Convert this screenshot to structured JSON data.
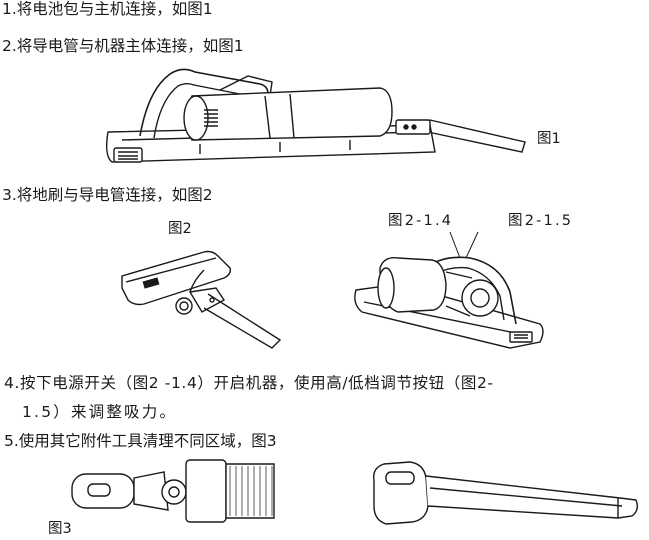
{
  "steps": [
    {
      "text": "1.将电池包与主机连接，如图1"
    },
    {
      "text": "2.将导电管与机器主体连接，如图1"
    },
    {
      "text": "3.将地刷与导电管连接，如图2"
    },
    {
      "text_line1": "4.按下电源开关（图2 -1.4）开启机器，使用高/低档调节按钮（图2-",
      "text_line2": "1.5）来调整吸力。"
    },
    {
      "text": "5.使用其它附件工具清理不同区域，图3"
    }
  ],
  "figure_labels": {
    "fig1": "图1",
    "fig2_top": "图2",
    "fig2_callout_a": "图2-1.4",
    "fig2_callout_b": "图2-1.5",
    "fig3": "图3"
  },
  "icons": {
    "vacuum_main_unit": "vacuum-main-unit-with-tube-drawing",
    "floor_brush": "floor-brush-with-tube-drawing",
    "vacuum_with_brush": "vacuum-with-floor-brush-drawing",
    "brush_attachment": "dusting-brush-attachment-drawing",
    "crevice_tool": "crevice-tool-drawing"
  },
  "colors": {
    "ink": "#1a1a1a",
    "background": "#ffffff"
  }
}
